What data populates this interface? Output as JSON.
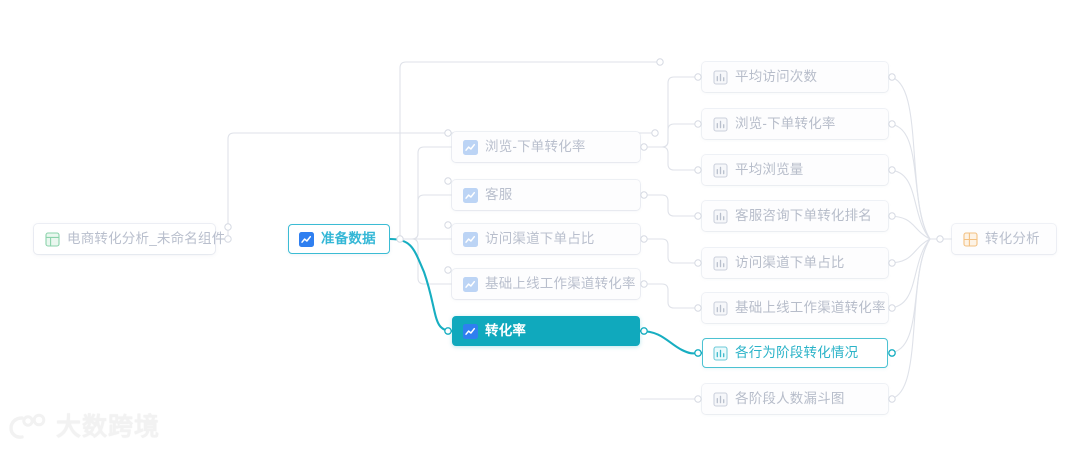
{
  "diagram": {
    "title": "电商转化分析_未命名组件",
    "type": "flowchart-lineage",
    "colors": {
      "accent_teal": "#10a9bd",
      "outline_blue": "#3bbcd4",
      "outline_teal": "#4cc2d2",
      "icon_blue": "#2f7ff0",
      "icon_green": "#6fcf97",
      "icon_orange": "#f5b263",
      "icon_gray": "#c3c8d4",
      "label_muted": "#b9bfcd",
      "edge_gray": "#dfe2e9",
      "edge_active": "#17aec1",
      "background": "#ffffff"
    }
  },
  "root": {
    "label": "电商转化分析_未命名组件",
    "icon": "table-grid-icon",
    "state": "dim"
  },
  "stage": {
    "label": "准备数据",
    "icon": "line-chart-icon",
    "state": "outlined-blue"
  },
  "metrics": [
    {
      "label": "浏览-下单转化率",
      "icon": "line-chart-icon",
      "state": "dim"
    },
    {
      "label": "客服",
      "icon": "line-chart-icon",
      "state": "dim"
    },
    {
      "label": "访问渠道下单占比",
      "icon": "line-chart-icon",
      "state": "dim"
    },
    {
      "label": "基础上线工作渠道转化率",
      "icon": "line-chart-icon",
      "state": "dim"
    },
    {
      "label": "转化率",
      "icon": "line-chart-icon",
      "state": "selected"
    }
  ],
  "charts": [
    {
      "label": "平均访问次数",
      "icon": "bar-chart-icon",
      "state": "dim"
    },
    {
      "label": "浏览-下单转化率",
      "icon": "bar-chart-icon",
      "state": "dim"
    },
    {
      "label": "平均浏览量",
      "icon": "bar-chart-icon",
      "state": "dim"
    },
    {
      "label": "客服咨询下单转化排名",
      "icon": "bar-chart-icon",
      "state": "dim"
    },
    {
      "label": "访问渠道下单占比",
      "icon": "bar-chart-icon",
      "state": "dim"
    },
    {
      "label": "基础上线工作渠道转化率",
      "icon": "bar-chart-icon",
      "state": "dim"
    },
    {
      "label": "各行为阶段转化情况",
      "icon": "bar-chart-icon",
      "state": "highlighted"
    },
    {
      "label": "各阶段人数漏斗图",
      "icon": "bar-chart-icon",
      "state": "dim"
    }
  ],
  "result": {
    "label": "转化分析",
    "icon": "dashboard-grid-icon",
    "state": "dim"
  },
  "watermark": {
    "text": "大数跨境",
    "logo": "circle-paw-logo"
  }
}
